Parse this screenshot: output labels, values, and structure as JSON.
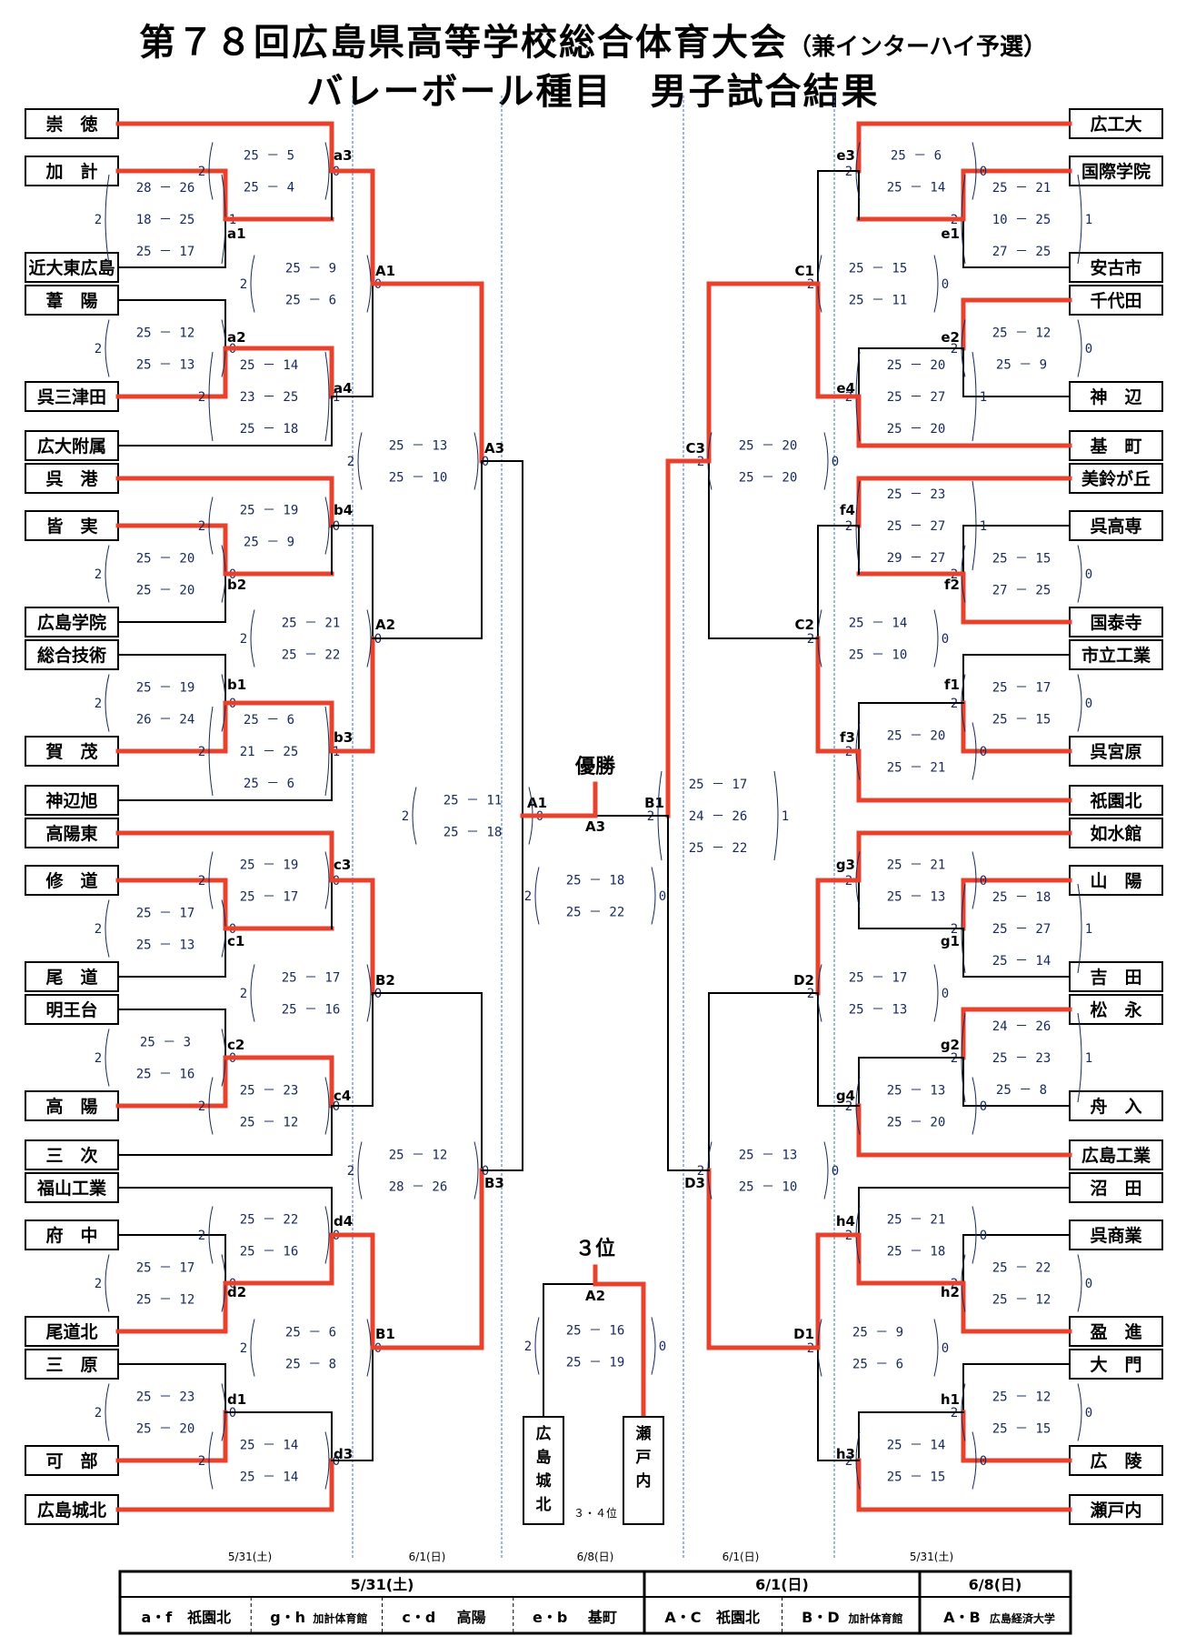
{
  "title": {
    "line1": "第７８回広島県高等学校総合体育大会",
    "line1_sub": "（兼インターハイ予選）",
    "line2": "バレーボール種目　男子試合結果"
  },
  "colors": {
    "winner_line": "#e8412c",
    "loser_line": "#000000",
    "score_text": "#15285a",
    "divider": "#3a6fd0"
  },
  "teams_left": [
    "崇　徳",
    "加　計",
    "近大東広島",
    "葦　陽",
    "呉三津田",
    "広大附属",
    "呉　港",
    "皆　実",
    "広島学院",
    "総合技術",
    "賀　茂",
    "神辺旭",
    "高陽東",
    "修　道",
    "尾　道",
    "明王台",
    "高　陽",
    "三　次",
    "福山工業",
    "府　中",
    "尾道北",
    "三　原",
    "可　部",
    "広島城北"
  ],
  "teams_right": [
    "広工大",
    "国際学院",
    "安古市",
    "千代田",
    "神　辺",
    "基　町",
    "美鈴が丘",
    "呉高専",
    "国泰寺",
    "市立工業",
    "呉宮原",
    "祇園北",
    "如水館",
    "山　陽",
    "吉　田",
    "松　永",
    "舟　入",
    "広島工業",
    "沼　田",
    "呉商業",
    "盈　進",
    "大　門",
    "広　陵",
    "瀬戸内"
  ],
  "match_labels": {
    "a1": "a1",
    "a2": "a2",
    "a3": "a3",
    "a4": "a4",
    "b1": "b1",
    "b2": "b2",
    "b3": "b3",
    "b4": "b4",
    "c1": "c1",
    "c2": "c2",
    "c3": "c3",
    "c4": "c4",
    "d1": "d1",
    "d2": "d2",
    "d3": "d3",
    "d4": "d4",
    "A1": "A1",
    "A2": "A2",
    "A3": "A3",
    "B1": "B1",
    "B2": "B2",
    "B3": "B3",
    "e1": "e1",
    "e2": "e2",
    "e3": "e3",
    "e4": "e4",
    "f1": "f1",
    "f2": "f2",
    "f3": "f3",
    "f4": "f4",
    "g1": "g1",
    "g2": "g2",
    "g3": "g3",
    "g4": "g4",
    "h1": "h1",
    "h2": "h2",
    "h3": "h3",
    "h4": "h4",
    "C1": "C1",
    "C2": "C2",
    "C3": "C3",
    "D1": "D1",
    "D2": "D2",
    "D3": "D3",
    "final_left": "A1",
    "final_right": "B1",
    "final": "A3",
    "third": "A2"
  },
  "scores": {
    "a1": {
      "left": "2",
      "right": "1",
      "sets": [
        "28 － 26",
        "18 － 25",
        "25 － 17"
      ]
    },
    "a3": {
      "left": "2",
      "right": "0",
      "sets": [
        "25 － 5",
        "25 － 4"
      ]
    },
    "a2": {
      "left": "2",
      "right": "0",
      "sets": [
        "25 － 12",
        "25 － 13"
      ]
    },
    "a4": {
      "left": "2",
      "right": "1",
      "sets": [
        "25 － 14",
        "23 － 25",
        "25 － 18"
      ]
    },
    "A1": {
      "left": "2",
      "right": "0",
      "sets": [
        "25 － 9",
        "25 － 6"
      ]
    },
    "b4": {
      "left": "2",
      "right": "0",
      "sets": [
        "25 － 19",
        "25 － 9"
      ]
    },
    "b2": {
      "left": "2",
      "right": "0",
      "sets": [
        "25 － 20",
        "25 － 20"
      ]
    },
    "b1": {
      "left": "2",
      "right": "0",
      "sets": [
        "25 － 19",
        "26 － 24"
      ]
    },
    "b3": {
      "left": "2",
      "right": "1",
      "sets": [
        "25 － 6",
        "21 － 25",
        "25 － 6"
      ]
    },
    "A2": {
      "left": "2",
      "right": "0",
      "sets": [
        "25 － 21",
        "25 － 22"
      ]
    },
    "A3": {
      "left": "2",
      "right": "0",
      "sets": [
        "25 － 13",
        "25 － 10"
      ]
    },
    "c3": {
      "left": "2",
      "right": "0",
      "sets": [
        "25 － 19",
        "25 － 17"
      ]
    },
    "c1": {
      "left": "2",
      "right": "0",
      "sets": [
        "25 － 17",
        "25 － 13"
      ]
    },
    "c2": {
      "left": "2",
      "right": "0",
      "sets": [
        "25 － 3",
        "25 － 16"
      ]
    },
    "c4": {
      "left": "2",
      "right": "0",
      "sets": [
        "25 － 23",
        "25 － 12"
      ]
    },
    "B2": {
      "left": "2",
      "right": "0",
      "sets": [
        "25 － 17",
        "25 － 16"
      ]
    },
    "d4": {
      "left": "2",
      "right": "0",
      "sets": [
        "25 － 22",
        "25 － 16"
      ]
    },
    "d2": {
      "left": "2",
      "right": "0",
      "sets": [
        "25 － 17",
        "25 － 12"
      ]
    },
    "d1": {
      "left": "2",
      "right": "0",
      "sets": [
        "25 － 23",
        "25 － 20"
      ]
    },
    "d3": {
      "left": "2",
      "right": "0",
      "sets": [
        "25 － 14",
        "25 － 14"
      ]
    },
    "B1": {
      "left": "2",
      "right": "0",
      "sets": [
        "25 － 6",
        "25 － 8"
      ]
    },
    "B3": {
      "left": "2",
      "right": "0",
      "sets": [
        "25 － 12",
        "28 － 26"
      ]
    },
    "semiL": {
      "left": "2",
      "right": "0",
      "sets": [
        "25 － 11",
        "25 － 18"
      ]
    },
    "semiR": {
      "left": "2",
      "right": "1",
      "sets": [
        "25 － 17",
        "24 － 26",
        "25 － 22"
      ]
    },
    "final": {
      "left": "2",
      "right": "0",
      "sets": [
        "25 － 18",
        "25 － 22"
      ]
    },
    "third": {
      "left": "2",
      "right": "0",
      "sets": [
        "25 － 16",
        "25 － 19"
      ]
    },
    "e3": {
      "left": "2",
      "right": "0",
      "sets": [
        "25 － 6",
        "25 － 14"
      ]
    },
    "e1": {
      "left": "2",
      "right": "1",
      "sets": [
        "25 － 21",
        "10 － 25",
        "27 － 25"
      ]
    },
    "C1": {
      "left": "2",
      "right": "0",
      "sets": [
        "25 － 15",
        "25 － 11"
      ]
    },
    "e2": {
      "left": "2",
      "right": "0",
      "sets": [
        "25 － 12",
        "25 － 9"
      ]
    },
    "e4": {
      "left": "2",
      "right": "1",
      "sets": [
        "25 － 20",
        "25 － 27",
        "25 － 20"
      ]
    },
    "C3": {
      "left": "2",
      "right": "0",
      "sets": [
        "25 － 20",
        "25 － 20"
      ]
    },
    "f4": {
      "left": "2",
      "right": "1",
      "sets": [
        "25 － 23",
        "25 － 27",
        "29 － 27"
      ]
    },
    "f2": {
      "left": "2",
      "right": "0",
      "sets": [
        "25 － 15",
        "27 － 25"
      ]
    },
    "C2": {
      "left": "2",
      "right": "0",
      "sets": [
        "25 － 14",
        "25 － 10"
      ]
    },
    "f1": {
      "left": "2",
      "right": "0",
      "sets": [
        "25 － 17",
        "25 － 15"
      ]
    },
    "f3": {
      "left": "2",
      "right": "0",
      "sets": [
        "25 － 20",
        "25 － 21"
      ]
    },
    "g3": {
      "left": "2",
      "right": "0",
      "sets": [
        "25 － 21",
        "25 － 13"
      ]
    },
    "g1": {
      "left": "2",
      "right": "1",
      "sets": [
        "25 － 18",
        "25 － 27",
        "25 － 14"
      ]
    },
    "D2": {
      "left": "2",
      "right": "0",
      "sets": [
        "25 － 17",
        "25 － 13"
      ]
    },
    "g2": {
      "left": "2",
      "right": "1",
      "sets": [
        "24 － 26",
        "25 － 23",
        "25 － 8"
      ]
    },
    "g4": {
      "left": "2",
      "right": "0",
      "sets": [
        "25 － 13",
        "25 － 20"
      ]
    },
    "D3": {
      "left": "2",
      "right": "0",
      "sets": [
        "25 － 13",
        "25 － 10"
      ]
    },
    "h4": {
      "left": "2",
      "right": "0",
      "sets": [
        "25 － 21",
        "25 － 18"
      ]
    },
    "h2": {
      "left": "2",
      "right": "0",
      "sets": [
        "25 － 22",
        "25 － 12"
      ]
    },
    "D1": {
      "left": "2",
      "right": "0",
      "sets": [
        "25 － 9",
        "25 － 6"
      ]
    },
    "h1": {
      "left": "2",
      "right": "0",
      "sets": [
        "25 － 12",
        "25 － 15"
      ]
    },
    "h3": {
      "left": "2",
      "right": "0",
      "sets": [
        "25 － 14",
        "25 － 15"
      ]
    }
  },
  "headings": {
    "champion": "優勝",
    "third": "３位",
    "third_label": "３・４位"
  },
  "third_place_teams": [
    "広島城北",
    "瀬戸内"
  ],
  "dates": [
    "5/31(土)",
    "6/1(日)",
    "6/8(日)",
    "6/1(日)",
    "5/31(土)"
  ],
  "venue_table": {
    "groups": [
      {
        "date": "5/31(土)",
        "cells": [
          {
            "match": "a・f",
            "venue": "祇園北"
          },
          {
            "match": "g・h",
            "venue": "加計体育館"
          },
          {
            "match": "c・d",
            "venue": "高陽"
          },
          {
            "match": "e・b",
            "venue": "基町"
          }
        ]
      },
      {
        "date": "6/1(日)",
        "cells": [
          {
            "match": "A・C",
            "venue": "祇園北"
          },
          {
            "match": "B・D",
            "venue": "加計体育館"
          }
        ]
      },
      {
        "date": "6/8(日)",
        "cells": [
          {
            "match": "A・B",
            "venue": "広島経済大学"
          }
        ]
      }
    ]
  }
}
